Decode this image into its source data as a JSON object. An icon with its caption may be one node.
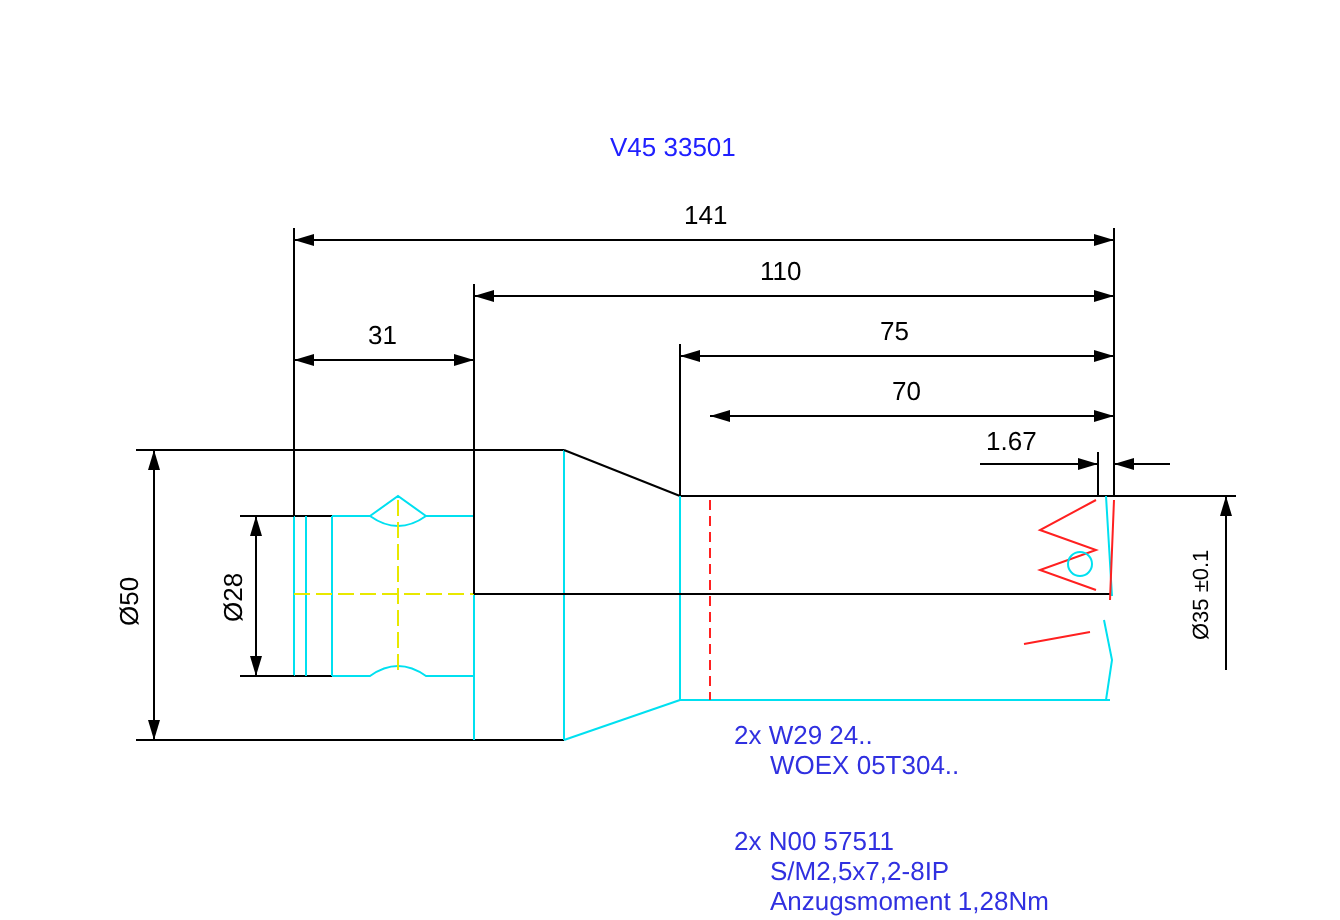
{
  "diagram": {
    "labels": [
      "V45 33501",
      "141",
      "110",
      "31",
      "75",
      "70",
      "1.67",
      "Ø50",
      "Ø28",
      "Ø35 ±0.1",
      "2x W29 24..",
      "WOEX 05T304..",
      "2x N00 57511",
      "S/M2,5x7,2-8IP",
      "Anzugsmoment 1,28Nm"
    ]
  }
}
